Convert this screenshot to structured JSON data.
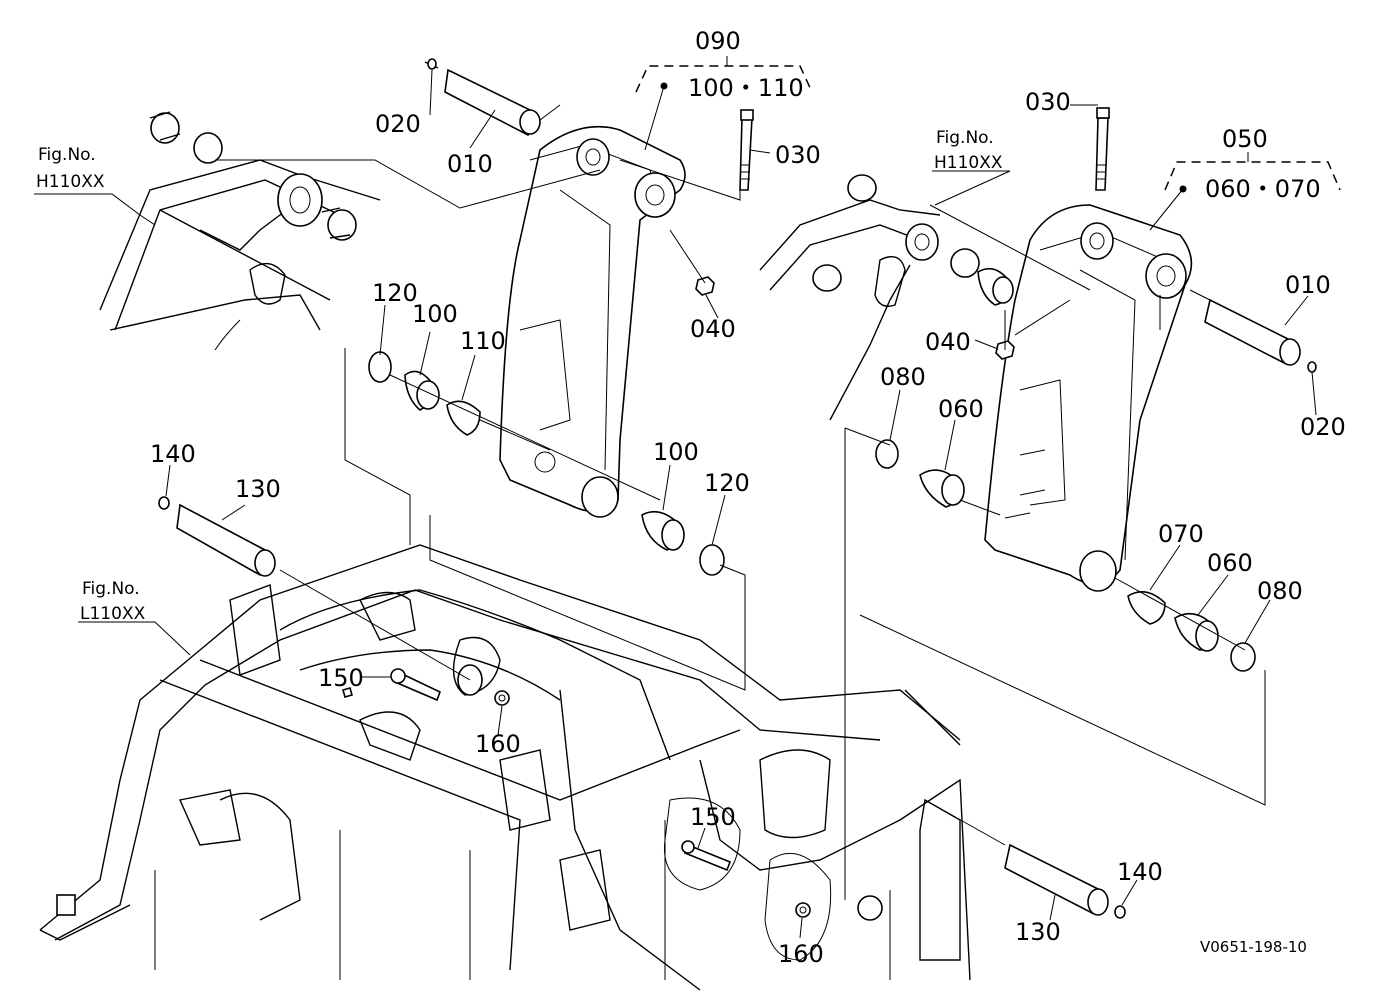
{
  "labels": {
    "p010a": "010",
    "p020a": "020",
    "p030a": "030",
    "p040a": "040",
    "p090": "090",
    "p100_110": "100・110",
    "p120a": "120",
    "p100a": "100",
    "p110": "110",
    "p100b": "100",
    "p120b": "120",
    "p140a": "140",
    "p130a": "130",
    "p150a": "150",
    "p160a": "160",
    "p030b": "030",
    "p050": "050",
    "p060_070": "060・070",
    "p010b": "010",
    "p020b": "020",
    "p040b": "040",
    "p080a": "080",
    "p060a": "060",
    "p070": "070",
    "p060b": "060",
    "p080b": "080",
    "p150b": "150",
    "p160b": "160",
    "p130b": "130",
    "p140b": "140"
  },
  "figrefs": {
    "h110_left": {
      "title": "Fig.No.",
      "code": "H110XX"
    },
    "h110_right": {
      "title": "Fig.No.",
      "code": "H110XX"
    },
    "l110": {
      "title": "Fig.No.",
      "code": "L110XX"
    }
  },
  "diagram_code": "V0651-198-10"
}
